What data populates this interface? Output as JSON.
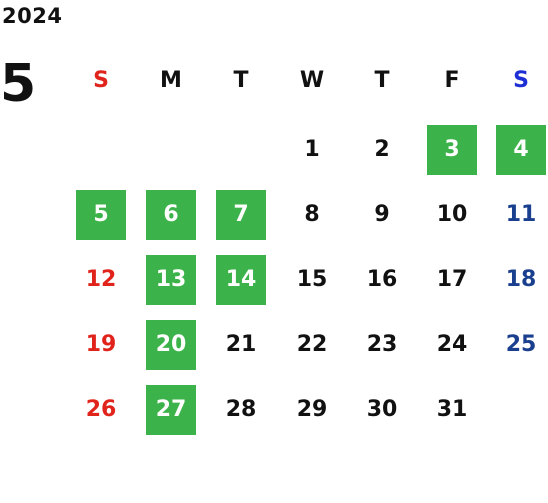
{
  "calendar": {
    "year": "2024",
    "month": "5",
    "weekdays": [
      "S",
      "M",
      "T",
      "W",
      "T",
      "F",
      "S"
    ],
    "colors": {
      "sunday": "#e0241c",
      "saturday": "#1a3f8f",
      "saturday_header": "#1f2fd6",
      "holiday_bg": "#3cb34a",
      "holiday_text": "#ffffff",
      "weekday": "#111111"
    },
    "weeks": [
      [
        {
          "day": ""
        },
        {
          "day": ""
        },
        {
          "day": ""
        },
        {
          "day": "1"
        },
        {
          "day": "2"
        },
        {
          "day": "3",
          "holiday": true
        },
        {
          "day": "4",
          "holiday": true
        }
      ],
      [
        {
          "day": "5",
          "holiday": true
        },
        {
          "day": "6",
          "holiday": true
        },
        {
          "day": "7",
          "holiday": true
        },
        {
          "day": "8"
        },
        {
          "day": "9"
        },
        {
          "day": "10"
        },
        {
          "day": "11"
        }
      ],
      [
        {
          "day": "12"
        },
        {
          "day": "13",
          "holiday": true
        },
        {
          "day": "14",
          "holiday": true
        },
        {
          "day": "15"
        },
        {
          "day": "16"
        },
        {
          "day": "17"
        },
        {
          "day": "18"
        }
      ],
      [
        {
          "day": "19"
        },
        {
          "day": "20",
          "holiday": true
        },
        {
          "day": "21"
        },
        {
          "day": "22"
        },
        {
          "day": "23"
        },
        {
          "day": "24"
        },
        {
          "day": "25"
        }
      ],
      [
        {
          "day": "26"
        },
        {
          "day": "27",
          "holiday": true
        },
        {
          "day": "28"
        },
        {
          "day": "29"
        },
        {
          "day": "30"
        },
        {
          "day": "31"
        },
        {
          "day": ""
        }
      ]
    ]
  }
}
